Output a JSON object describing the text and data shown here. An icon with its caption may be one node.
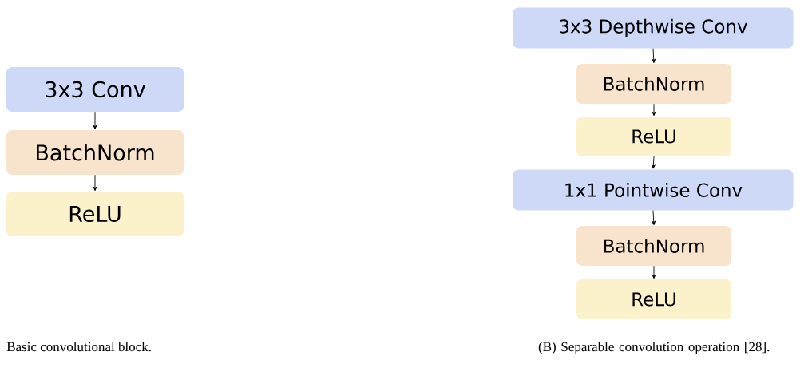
{
  "diagram": {
    "nodes": [
      {
        "text": [
          "3x3 Conv"
        ]
      },
      {
        "text": [
          "BatchNorm"
        ]
      },
      {
        "text": [
          "ReLU"
        ]
      },
      {
        "text": [
          "3x3 Depthwise Conv"
        ]
      },
      {
        "text": [
          "BatchNorm"
        ]
      },
      {
        "text": [
          "ReLU"
        ]
      },
      {
        "text": [
          "1x1 Pointwise Conv"
        ]
      },
      {
        "text": [
          "BatchNorm"
        ]
      },
      {
        "text": [
          "ReLU"
        ]
      }
    ],
    "edges": [
      {
        "from": 0,
        "to": 1,
        "arrow": "to"
      },
      {
        "from": 1,
        "to": 2,
        "arrow": "to"
      },
      {
        "from": 3,
        "to": 4,
        "arrow": "to"
      },
      {
        "from": 4,
        "to": 5,
        "arrow": "to"
      },
      {
        "from": 5,
        "to": 6,
        "arrow": "to"
      },
      {
        "from": 6,
        "to": 7,
        "arrow": "to"
      },
      {
        "from": 7,
        "to": 8,
        "arrow": "to"
      }
    ],
    "labels": [
      "Basic convolutional block.",
      "(B) Separable convolution operation [28]."
    ]
  }
}
